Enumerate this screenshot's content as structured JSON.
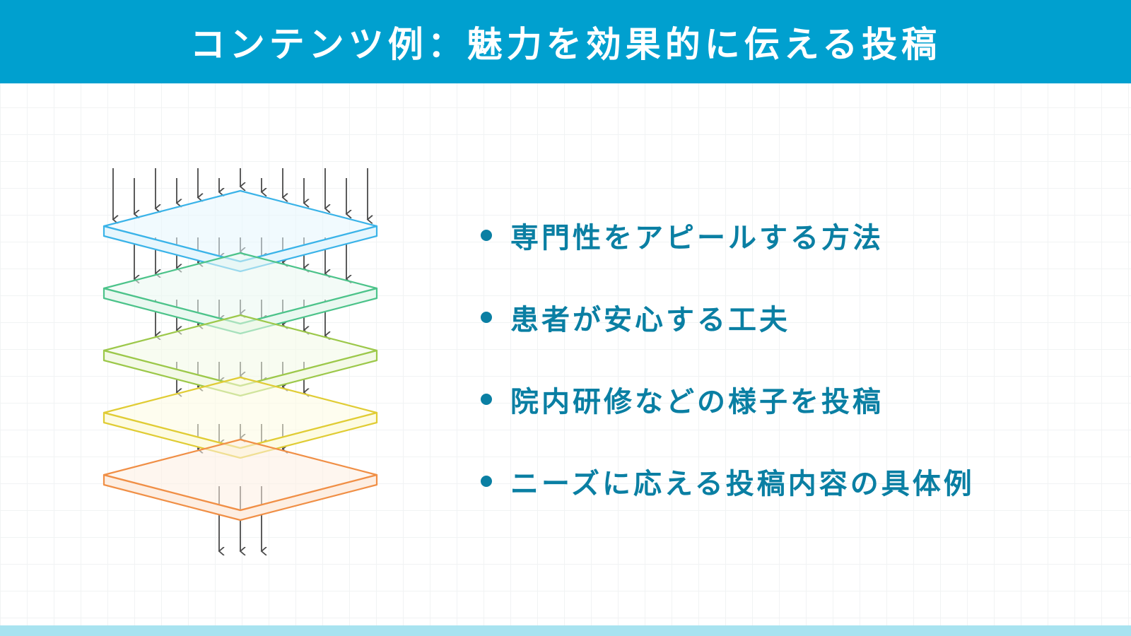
{
  "header": {
    "title": "コンテンツ例：魅力を効果的に伝える投稿"
  },
  "bullets": [
    {
      "text": "専門性をアピールする方法"
    },
    {
      "text": "患者が安心する工夫"
    },
    {
      "text": "院内研修などの様子を投稿"
    },
    {
      "text": "ニーズに応える投稿内容の具体例"
    }
  ],
  "colors": {
    "header_bg": "#00a0cf",
    "bullet_text": "#0a7fa3",
    "bottom_strip": "#a8e3f0",
    "arrow": "#4a4a4a",
    "layers": [
      {
        "stroke": "#3ab3e8",
        "fill": "#e6f6fd"
      },
      {
        "stroke": "#4cc38a",
        "fill": "#e9f8f0"
      },
      {
        "stroke": "#9cc84a",
        "fill": "#f3f9e6"
      },
      {
        "stroke": "#e0cc34",
        "fill": "#fdfbe1"
      },
      {
        "stroke": "#f08f46",
        "fill": "#fdeee2"
      }
    ]
  }
}
